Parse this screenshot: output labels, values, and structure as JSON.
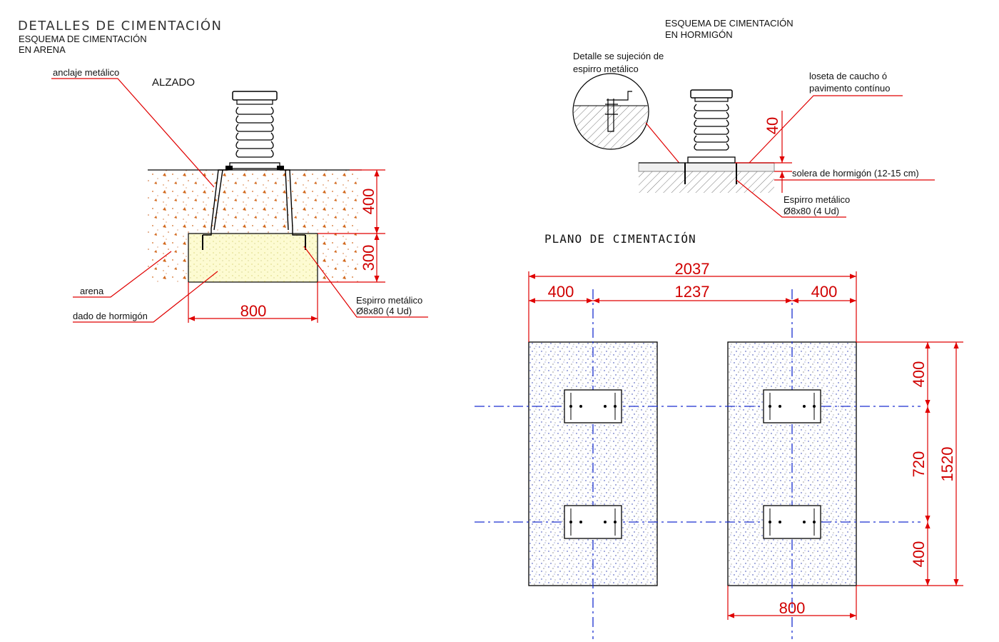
{
  "header": {
    "title": "DETALLES DE CIMENTACIÓN",
    "sand_title_line1": "ESQUEMA DE CIMENTACIÓN",
    "sand_title_line2": "EN ARENA",
    "concrete_title_line1": "ESQUEMA DE CIMENTACIÓN",
    "concrete_title_line2": "EN HORMIGÓN"
  },
  "elevation": {
    "title": "ALZADO",
    "labels": {
      "anchor": "anclaje metálico",
      "sand": "arena",
      "block": "dado de hormigón",
      "bolt_line1": "Espirro metálico",
      "bolt_line2": "Ø8x80 (4 Ud)"
    },
    "dims": {
      "upper": "400",
      "lower": "300",
      "width": "800"
    }
  },
  "concrete_detail": {
    "detail_line1": "Detalle se sujeción de",
    "detail_line2": "espirro metálico",
    "tile_line1": "loseta de caucho ó",
    "tile_line2": "pavimento contínuo",
    "slab": "solera de hormigón (12-15 cm)",
    "bolt_line1": "Espirro metálico",
    "bolt_line2": "Ø8x80 (4 Ud)",
    "dim": "40"
  },
  "plan": {
    "title": "PLANO DE CIMENTACIÓN",
    "dims": {
      "total": "2037",
      "left": "400",
      "middle": "1237",
      "right": "400",
      "v_top": "400",
      "v_mid": "720",
      "v_bottom": "400",
      "v_total": "1520",
      "width": "800"
    }
  },
  "colors": {
    "dimension": "#e00000",
    "axis": "#1a2fd0",
    "sand_dots": "#d2691e",
    "concrete_fill": "#fdfbd2"
  }
}
